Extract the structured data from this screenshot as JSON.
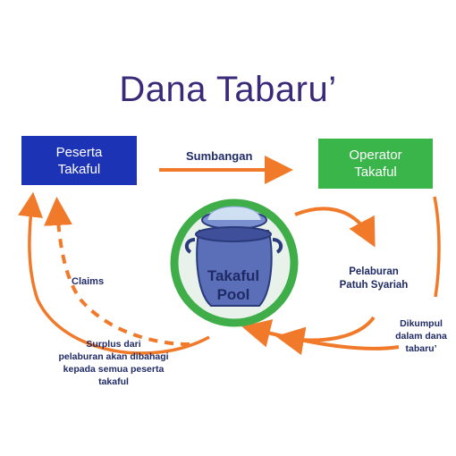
{
  "title": "Dana Tabaru’",
  "nodes": {
    "peserta": {
      "line1": "Peserta",
      "line2": "Takaful"
    },
    "operator": {
      "line1": "Operator",
      "line2": "Takaful"
    },
    "pool": {
      "line1": "Takaful",
      "line2": "Pool"
    }
  },
  "labels": {
    "sumbangan": "Sumbangan",
    "pelaburan_1": "Pelaburan",
    "pelaburan_2": "Patuh Syariah",
    "claims": "Claims",
    "surplus_1": "Surplus dari",
    "surplus_2": "pelaburan akan dibahagi",
    "surplus_3": "kepada semua peserta",
    "surplus_4": "takaful",
    "dikumpul_1": "Dikumpul",
    "dikumpul_2": "dalam dana",
    "dikumpul_3": "tabaru’"
  },
  "colors": {
    "title": "#3b2a7a",
    "peserta_box": "#1d33b5",
    "operator_box": "#39b54a",
    "arrow": "#f07a2a",
    "pool_ring": "#3fae49",
    "pool_pot": "#5a6fb8"
  }
}
